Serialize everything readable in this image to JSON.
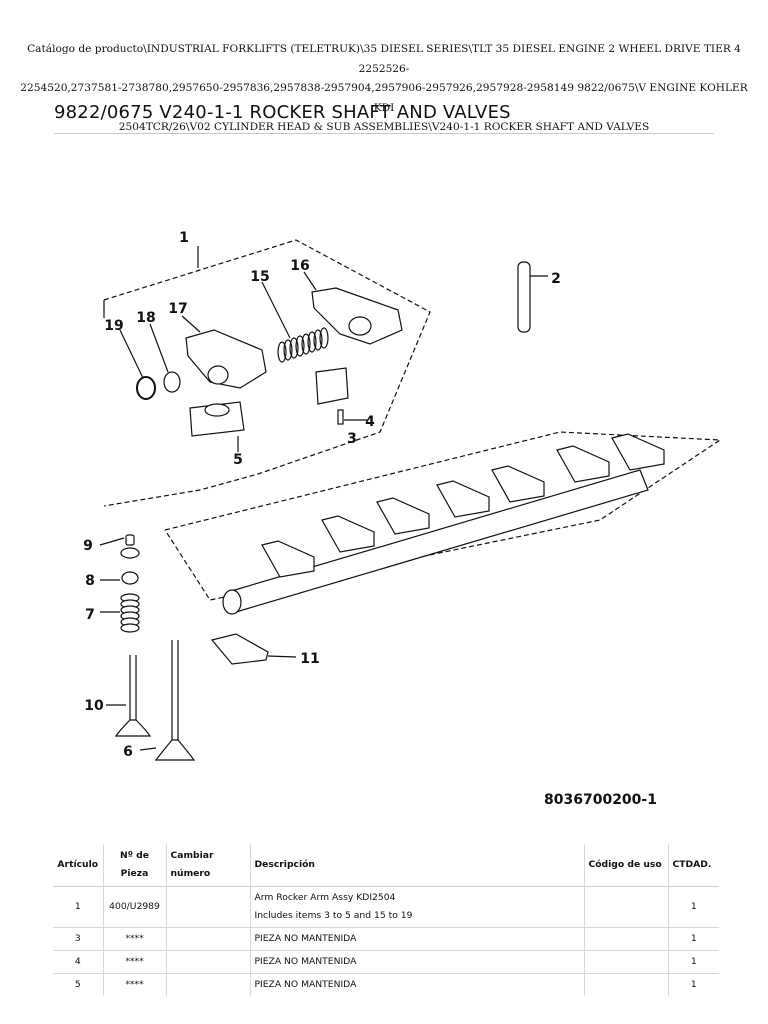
{
  "breadcrumb": {
    "line1": "Catálogo de producto\\INDUSTRIAL FORKLIFTS (TELETRUK)\\35 DIESEL SERIES\\TLT 35 DIESEL ENGINE 2 WHEEL DRIVE TIER 4 2252526-",
    "line2": "2254520,2737581-2738780,2957650-2957836,2957838-2957904,2957906-2957926,2957928-2958149 9822/0675\\V ENGINE KOHLER KDI",
    "line3": "2504TCR/26\\V02 CYLINDER HEAD & SUB ASSEMBLIES\\V240-1-1 ROCKER SHAFT AND VALVES"
  },
  "page_title": "9822/0675 V240-1-1 ROCKER SHAFT AND VALVES",
  "diagram": {
    "callouts": [
      "1",
      "2",
      "3",
      "4",
      "5",
      "6",
      "7",
      "8",
      "9",
      "10",
      "11",
      "15",
      "16",
      "17",
      "18",
      "19"
    ],
    "figure_code": "8036700200-1"
  },
  "table": {
    "headers": {
      "item": "Artículo",
      "part_no_1": "Nº de",
      "part_no_2": "Pieza",
      "change_1": "Cambiar",
      "change_2": "número",
      "description": "Descripción",
      "usage_code": "Código de uso",
      "qty": "CTDAD."
    },
    "rows": [
      {
        "item": "1",
        "part_no": "400/U2989",
        "change": "",
        "desc": "Arm Rocker Arm Assy KDI2504",
        "desc2": "Includes items 3 to 5 and 15 to 19",
        "usage": "",
        "qty": "1"
      },
      {
        "item": "3",
        "part_no": "****",
        "change": "",
        "desc": "PIEZA NO MANTENIDA",
        "desc2": "",
        "usage": "",
        "qty": "1"
      },
      {
        "item": "4",
        "part_no": "****",
        "change": "",
        "desc": "PIEZA NO MANTENIDA",
        "desc2": "",
        "usage": "",
        "qty": "1"
      },
      {
        "item": "5",
        "part_no": "****",
        "change": "",
        "desc": "PIEZA NO MANTENIDA",
        "desc2": "",
        "usage": "",
        "qty": "1"
      }
    ]
  }
}
